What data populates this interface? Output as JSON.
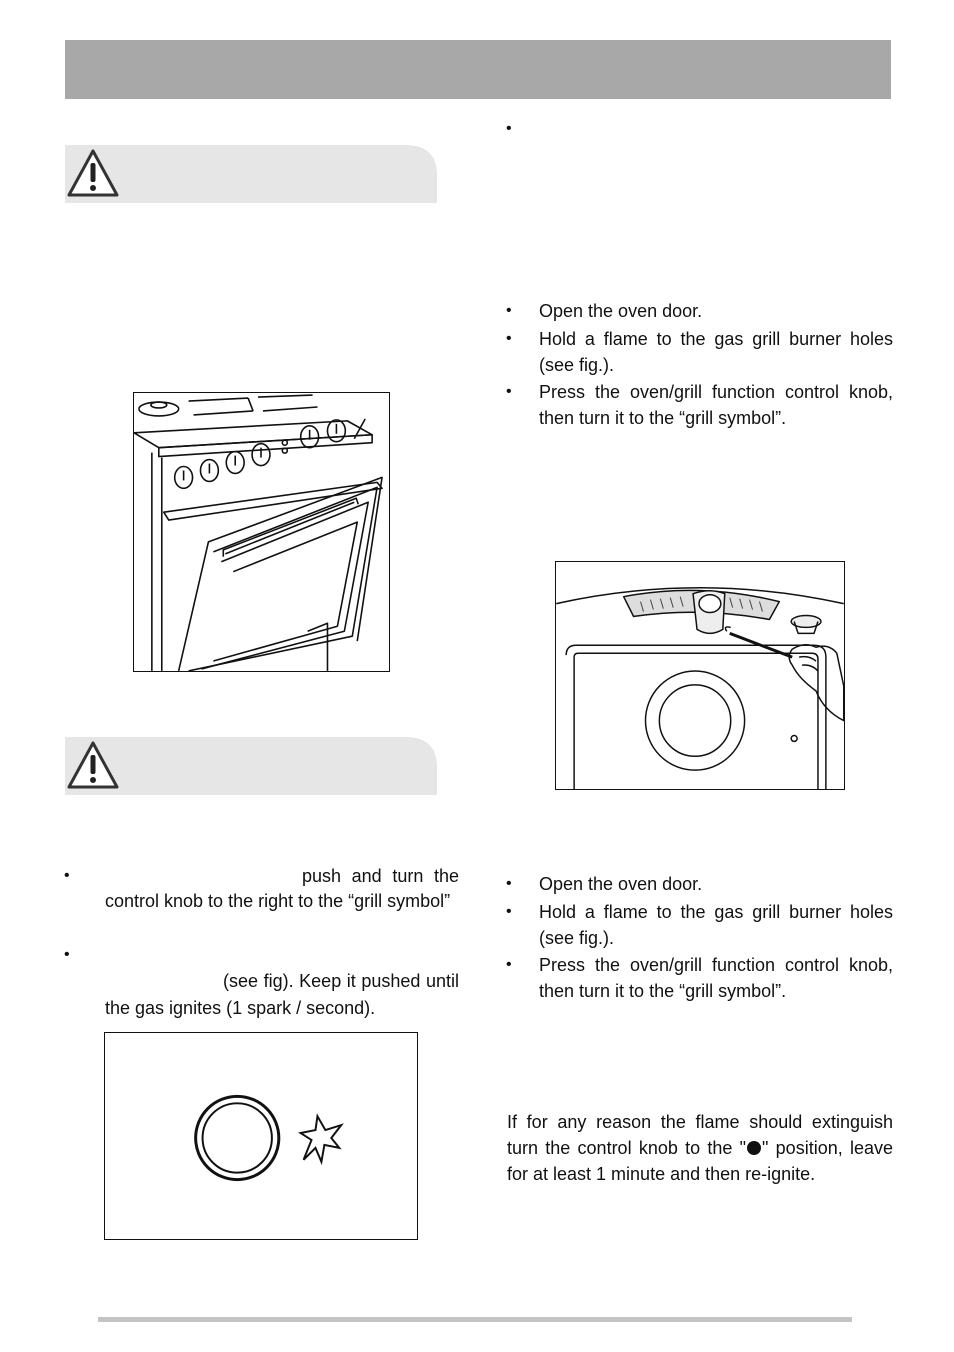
{
  "header": {
    "title": ""
  },
  "left_column": {
    "section1_bullets": [
      {
        "text_line1": "push and turn the",
        "text_line2": "control knob to the right to the “grill symbol”"
      },
      {
        "text_line1": "(see fig). Keep it pushed until",
        "text_line2": "the gas ignites (1 spark / second)."
      }
    ]
  },
  "right_column": {
    "section_a_items": [
      "Open the oven door.",
      "Hold a flame to the gas grill burner holes (see fig.).",
      "Press the oven/grill function control knob, then turn it to the “grill symbol”."
    ],
    "section_b_items": [
      "Open the oven door.",
      "Hold a flame to the gas grill burner holes (see fig.).",
      "Press the oven/grill function control knob, then turn it to the “grill symbol”."
    ],
    "note": {
      "line1": "If for any reason the flame should extinguish",
      "line2_before": "turn the control knob to the \"",
      "line2_after": "\" position, leave",
      "line3": "for at least 1 minute and then re-ignite."
    }
  },
  "colors": {
    "header_bar": "#a8a8a8",
    "warning_banner": "#e6e6e6",
    "footer_line": "#c4c4c4"
  },
  "icons": [
    "warning-triangle-icon",
    "spark-icon"
  ]
}
